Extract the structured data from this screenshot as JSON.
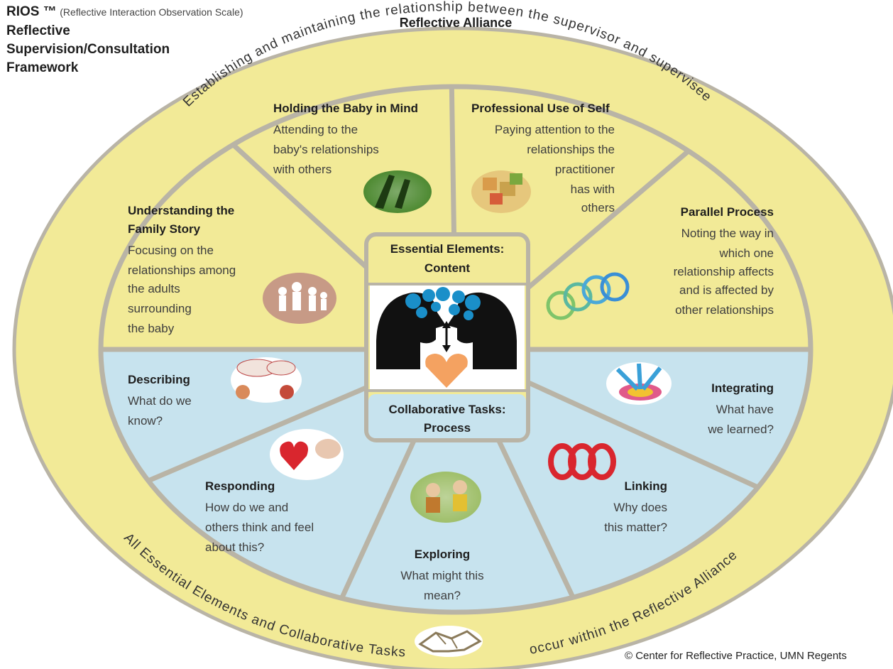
{
  "title": {
    "rios": "RIOS ™",
    "rios_sub": "(Reflective Interaction Observation Scale)",
    "line1": "Reflective",
    "line2": "Supervision/Consultation",
    "line3": "Framework"
  },
  "ring": {
    "heading": "Reflective Alliance",
    "top_text": "Establishing and maintaining the relationship between the supervisor and supervisee",
    "bottom_left": "All Essential Elements and Collaborative Tasks",
    "bottom_right": "occur within the Reflective Alliance"
  },
  "center": {
    "top_line1": "Essential Elements:",
    "top_line2": "Content",
    "bottom_line1": "Collaborative Tasks:",
    "bottom_line2": "Process"
  },
  "elements": {
    "holding": {
      "title": "Holding the Baby in Mind",
      "l1": "Attending to the",
      "l2": "baby's relationships",
      "l3": "with others"
    },
    "professional": {
      "title": "Professional Use of Self",
      "l1": "Paying attention to the",
      "l2": "relationships the",
      "l3": "practitioner",
      "l4": "has with",
      "l5": "others"
    },
    "family": {
      "title1": "Understanding the",
      "title2": "Family Story",
      "l1": "Focusing on the",
      "l2": "relationships among",
      "l3": "the adults",
      "l4": "surrounding",
      "l5": "the baby"
    },
    "parallel": {
      "title": "Parallel Process",
      "l1": "Noting the way in",
      "l2": "which one",
      "l3": "relationship affects",
      "l4": "and is affected by",
      "l5": "other relationships"
    }
  },
  "tasks": {
    "describing": {
      "title": "Describing",
      "l1": "What do we",
      "l2": "know?"
    },
    "integrating": {
      "title": "Integrating",
      "l1": "What have",
      "l2": "we learned?"
    },
    "responding": {
      "title": "Responding",
      "l1": "How do we and",
      "l2": "others  think and feel",
      "l3": "about this?"
    },
    "linking": {
      "title": "Linking",
      "l1": "Why does",
      "l2": "this matter?"
    },
    "exploring": {
      "title": "Exploring",
      "l1": "What might this",
      "l2": "mean?"
    }
  },
  "copyright": "© Center for Reflective Practice, UMN Regents",
  "colors": {
    "yellow": "#f2ea97",
    "blue": "#c7e3ee",
    "border": "#b9b4a6",
    "text": "#3e3e3e"
  }
}
